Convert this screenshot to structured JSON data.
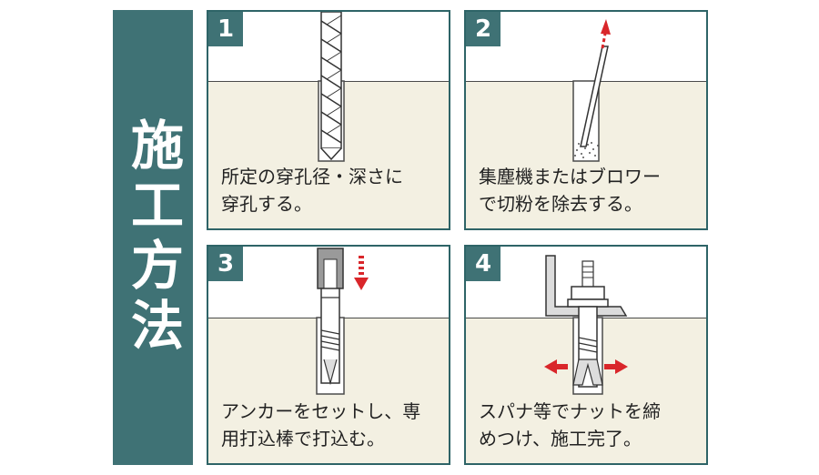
{
  "title": "施工方法",
  "colors": {
    "accent": "#3f7275",
    "ground": "#f3f0e2",
    "arrow": "#d9262a"
  },
  "steps": [
    {
      "number": "1",
      "line1": "所定の穿孔径・深さに",
      "line2": "穿孔する。"
    },
    {
      "number": "2",
      "line1": "集塵機またはブロワー",
      "line2": "で切粉を除去する。"
    },
    {
      "number": "3",
      "line1": "アンカーをセットし、専",
      "line2": "用打込棒で打込む。"
    },
    {
      "number": "4",
      "line1": "スパナ等でナットを締",
      "line2": "めつけ、施工完了。"
    }
  ]
}
